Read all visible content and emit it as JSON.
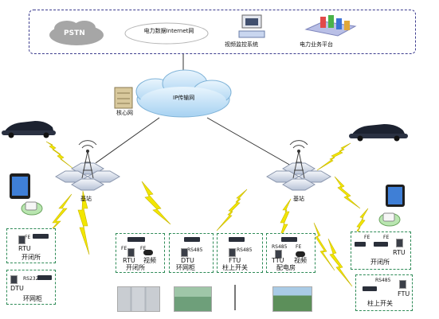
{
  "top": {
    "pstn": "PSTN",
    "internet": "电力数据Internet网",
    "video": "视频监控系统",
    "platform": "电力业务平台"
  },
  "core": {
    "ip_network": "IP传输网",
    "core_network": "核心网"
  },
  "base_stations": {
    "left": "基站",
    "right": "基站"
  },
  "left_boxes": [
    {
      "port": "FE",
      "device": "RTU",
      "site": "开闭所"
    },
    {
      "port": "RS232",
      "device": "DTU",
      "site": "环网柜"
    }
  ],
  "center_boxes": [
    {
      "ports": [
        "FE",
        "FE"
      ],
      "devices": [
        "RTU",
        "视频"
      ],
      "site": "开闭所"
    },
    {
      "ports": [
        "RS485"
      ],
      "devices": [
        "DTU"
      ],
      "site": "环网柜"
    },
    {
      "ports": [
        "RS485"
      ],
      "devices": [
        "FTU"
      ],
      "site": "柱上开关"
    },
    {
      "ports": [
        "RS485",
        "FE"
      ],
      "devices": [
        "TTU",
        "视频"
      ],
      "site": "配电房"
    }
  ],
  "right_boxes": [
    {
      "ports": [
        "FE",
        "FE"
      ],
      "device": "RTU",
      "site": "开闭所"
    },
    {
      "port": "RS485",
      "device": "FTU",
      "site": "柱上开关"
    }
  ],
  "colors": {
    "lightning": "#f2e600",
    "box_border": "#2e8b57",
    "top_border": "#3d3d8f",
    "cloud": "#cfe8f8"
  }
}
